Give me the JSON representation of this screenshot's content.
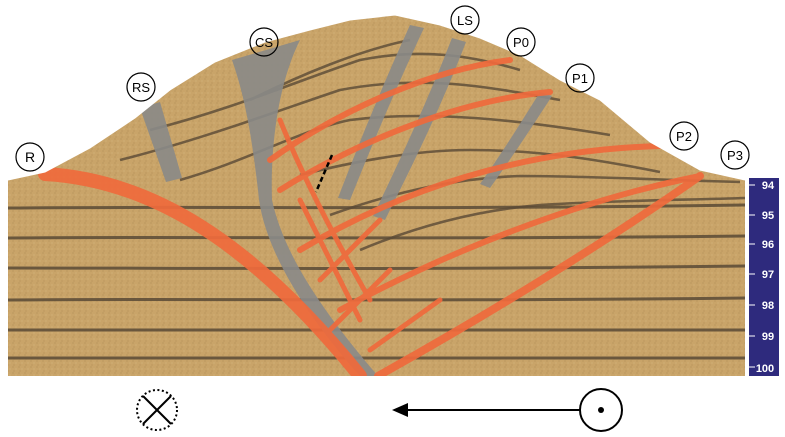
{
  "labels": {
    "R": "R",
    "RS": "RS",
    "CS": "CS",
    "LS": "LS",
    "P0": "P0",
    "P1": "P1",
    "P2": "P2",
    "P3": "P3"
  },
  "scale": {
    "ticks": [
      "94",
      "95",
      "96",
      "97",
      "98",
      "99",
      "100"
    ]
  },
  "symbols": {
    "into_page": "cross-circle-icon",
    "out_of_page": "dot-circle-icon",
    "motion": "left-arrow-icon"
  },
  "colors": {
    "sand": "#c9a469",
    "sand_light": "#d4b27c",
    "layer_dark": "#5a4a36",
    "fault_orange": "#ef6a3c",
    "shear_gray": "#8a8a88",
    "scale_bar": "#2e2a7d",
    "outline": "#000000"
  }
}
